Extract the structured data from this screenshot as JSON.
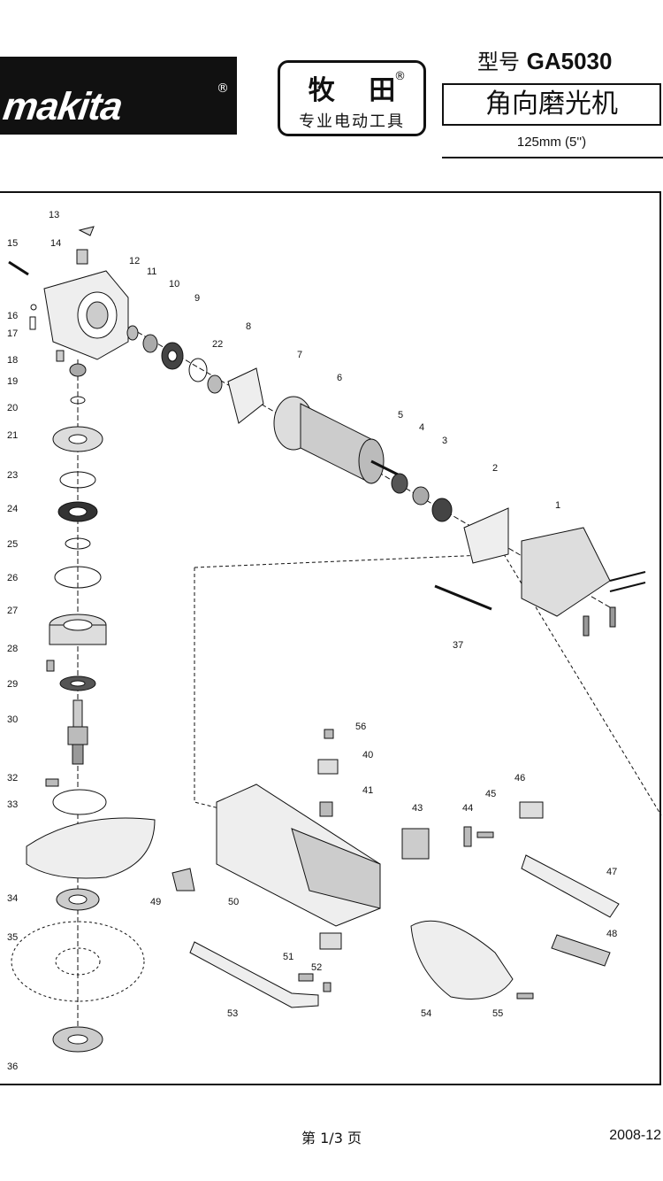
{
  "brand": {
    "logo_text": "makita",
    "reg": "®",
    "cn_name": "牧 田",
    "cn_sub": "专业电动工具"
  },
  "model": {
    "prefix": "型号",
    "code": "GA5030"
  },
  "product_title": "角向磨光机",
  "size": "125mm (5'')",
  "parts": [
    "1",
    "2",
    "3",
    "4",
    "5",
    "6",
    "7",
    "8",
    "9",
    "10",
    "11",
    "12",
    "13",
    "14",
    "15",
    "16",
    "17",
    "18",
    "19",
    "20",
    "21",
    "22",
    "23",
    "24",
    "25",
    "26",
    "27",
    "28",
    "29",
    "30",
    "32",
    "33",
    "34",
    "35",
    "36",
    "37",
    "40",
    "41",
    "43",
    "44",
    "45",
    "46",
    "47",
    "48",
    "49",
    "50",
    "51",
    "52",
    "53",
    "54",
    "55",
    "56"
  ],
  "footer": {
    "page": "第 1/3 页",
    "date": "2008-12"
  },
  "colors": {
    "ink": "#111111",
    "paper": "#ffffff"
  }
}
